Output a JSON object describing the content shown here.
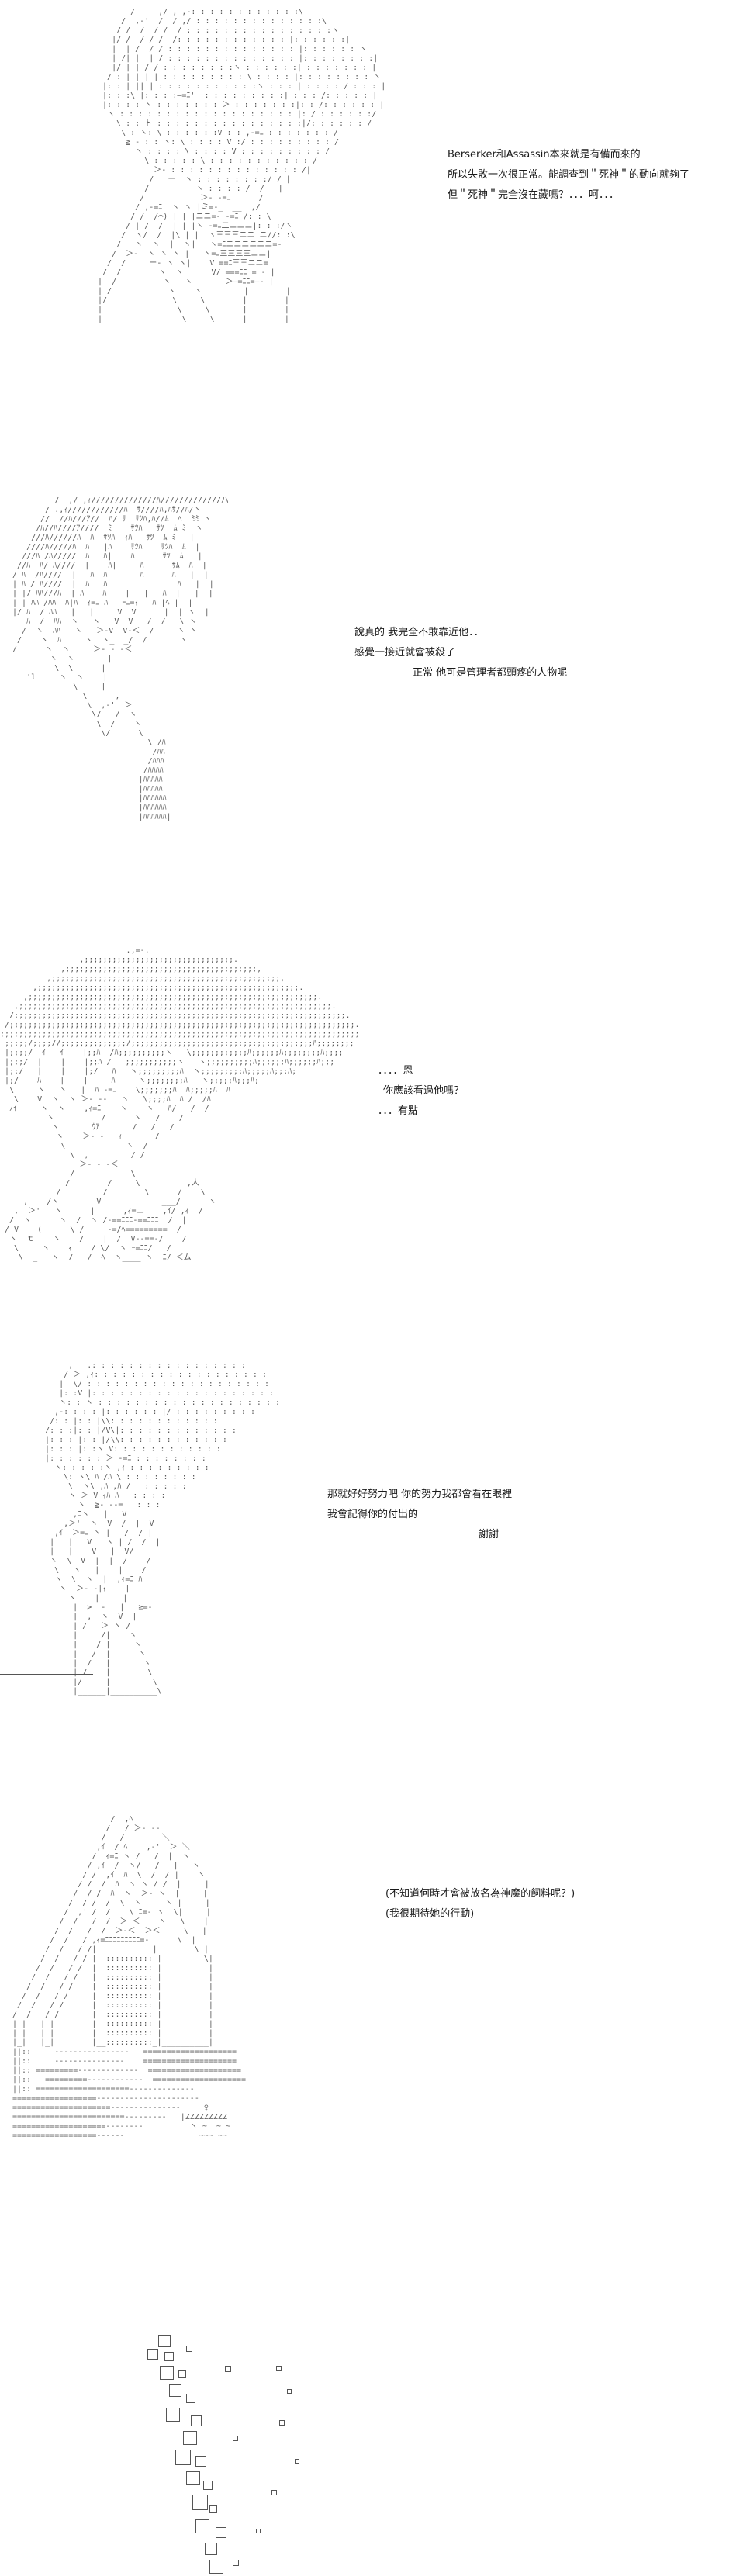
{
  "panels": [
    {
      "id": "panel-1",
      "lines": [
        "Berserker和Assassin本來就是有備而來的",
        "所以失敗一次很正常。能調查到＂死神＂的動向就夠了",
        "但＂死神＂完全沒在藏嗎？．．．呵．．．"
      ]
    },
    {
      "id": "panel-2",
      "lines": [
        "說真的 我完全不敢靠近他．．",
        "感覺一接近就會被殺了",
        "正常  他可是管理者都頭疼的人物呢"
      ]
    },
    {
      "id": "panel-3",
      "lines": [
        "．．．．恩",
        "你應該看過他嗎？",
        "．．．有點"
      ]
    },
    {
      "id": "panel-4",
      "lines": [
        "那就好好努力吧  你的努力我都會看在眼裡",
        "我會記得你的付出的",
        "謝謝"
      ]
    },
    {
      "id": "panel-5",
      "lines": [
        "(不知道何時才會被放名為神魔的飼料呢？)",
        "(我很期待她的行動)"
      ]
    }
  ]
}
